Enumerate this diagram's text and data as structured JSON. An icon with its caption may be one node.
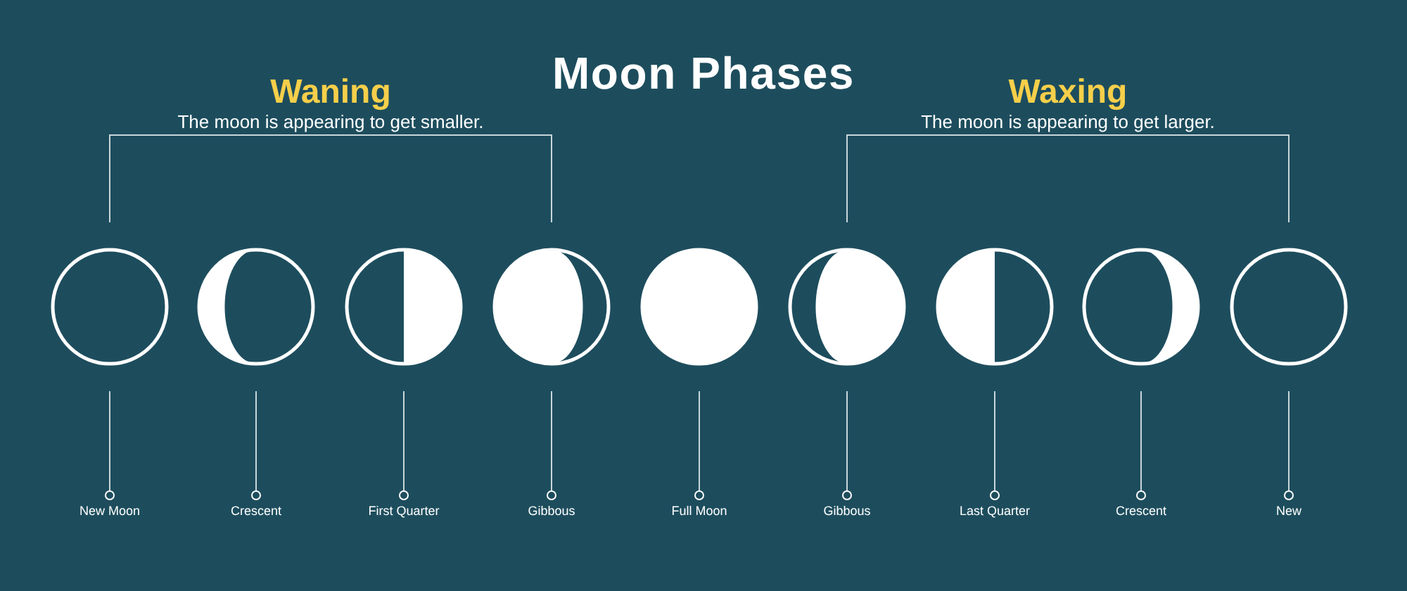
{
  "diagram": {
    "title": "Moon Phases",
    "nodes": [
      {
        "text": [],
        "shape": "circle"
      },
      {
        "text": [],
        "shape": "circle"
      },
      {
        "text": [],
        "shape": "circle"
      },
      {
        "text": [],
        "shape": "circle"
      },
      {
        "text": [],
        "shape": "circle"
      },
      {
        "text": [],
        "shape": "circle"
      },
      {
        "text": [],
        "shape": "circle"
      },
      {
        "text": [],
        "shape": "circle"
      },
      {
        "text": [],
        "shape": "circle"
      },
      {
        "text": [
          "New Moon"
        ]
      },
      {
        "text": [
          "Crescent"
        ]
      },
      {
        "text": [
          "First Quarter"
        ]
      },
      {
        "text": [
          "Gibbous"
        ]
      },
      {
        "text": [
          "Full Moon"
        ]
      },
      {
        "text": [
          "Gibbous"
        ]
      },
      {
        "text": [
          "Last Quarter"
        ]
      },
      {
        "text": [
          "Crescent"
        ]
      },
      {
        "text": [
          "New"
        ]
      }
    ],
    "edges": [
      {
        "from": 9,
        "to": 0,
        "arrow": "other"
      },
      {
        "from": 10,
        "to": 1,
        "arrow": "other"
      },
      {
        "from": 11,
        "to": 2,
        "arrow": "other"
      },
      {
        "from": 12,
        "to": 3,
        "arrow": "other"
      },
      {
        "from": 13,
        "to": 4,
        "arrow": "other"
      },
      {
        "from": 14,
        "to": 5,
        "arrow": "other"
      },
      {
        "from": 15,
        "to": 6,
        "arrow": "other"
      },
      {
        "from": 16,
        "to": 7,
        "arrow": "other"
      },
      {
        "from": 17,
        "to": 8,
        "arrow": "other"
      }
    ],
    "labels": [
      "Waning",
      "The moon is appearing to get smaller.",
      "Waxing",
      "The moon is appearing to get larger."
    ]
  }
}
